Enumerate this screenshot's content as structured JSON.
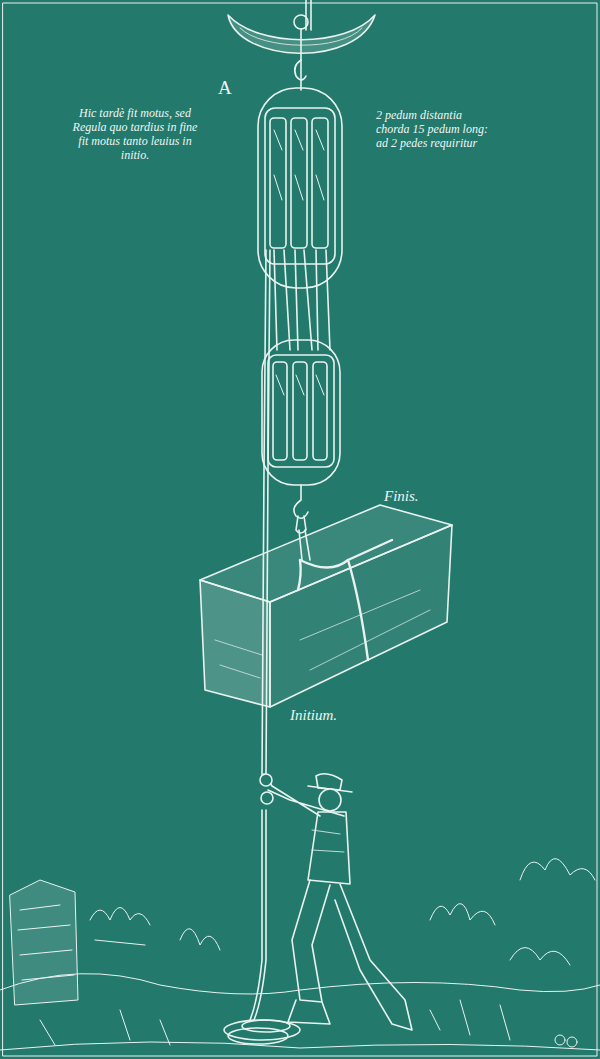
{
  "diagram": {
    "labels": [
      "A",
      "Hic tardè fit motus, sed Regula quo tardius in fine fit motus tanto leuius in initio.",
      "2 pedum distantia chorda 15 pedum long: ad 2 pedes requiritur",
      "Finis.",
      "Initium."
    ]
  }
}
